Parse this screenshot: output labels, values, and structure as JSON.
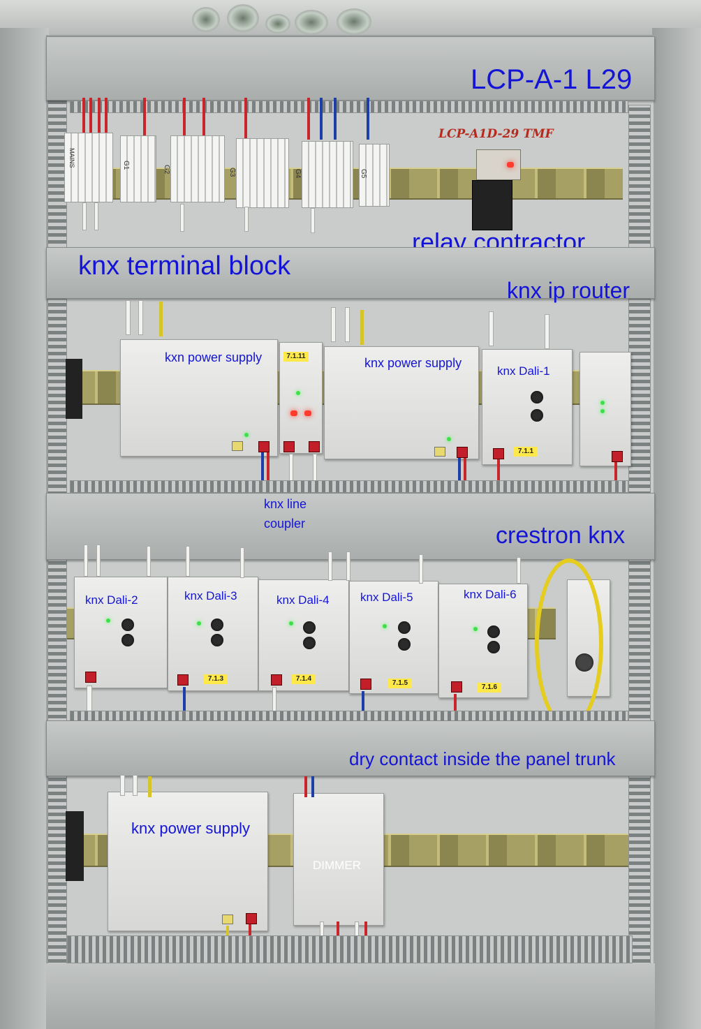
{
  "photo": {
    "subject": "KNX lighting control panel",
    "colors": {
      "annotation": "#1414d6",
      "rail": "#b2ab6a",
      "duct": "#7b8080",
      "address_tag": "#ffe84a"
    }
  },
  "labels": {
    "panel_id": "LCP-A-1 L29",
    "handwritten_tag": "LCP-A1D-29 TMF",
    "terminal_block": "knx terminal block",
    "relay": "relay contractor",
    "ip_router": "knx ip router",
    "power_supply_1": "kxn power supply",
    "power_supply_2": "knx power supply",
    "power_supply_3": "knx power supply",
    "line_coupler_1": "knx line",
    "line_coupler_2": "coupler",
    "dali_1": "knx Dali-1",
    "dali_2": "knx Dali-2",
    "dali_3": "knx Dali-3",
    "dali_4": "knx Dali-4",
    "dali_5": "knx Dali-5",
    "dali_6": "knx Dali-6",
    "crestron": "crestron knx",
    "dry_contact": "dry contact inside the panel trunk",
    "dimmer": "DIMMER"
  },
  "address_tags": {
    "coupler": "7.1.11",
    "dali_1": "7.1.1",
    "dali_3": "7.1.3",
    "dali_4": "7.1.4",
    "dali_5": "7.1.5",
    "dali_6": "7.1.6"
  },
  "terminal_groups": [
    "MAINS",
    "G1",
    "G2",
    "G3",
    "G4",
    "G5"
  ]
}
